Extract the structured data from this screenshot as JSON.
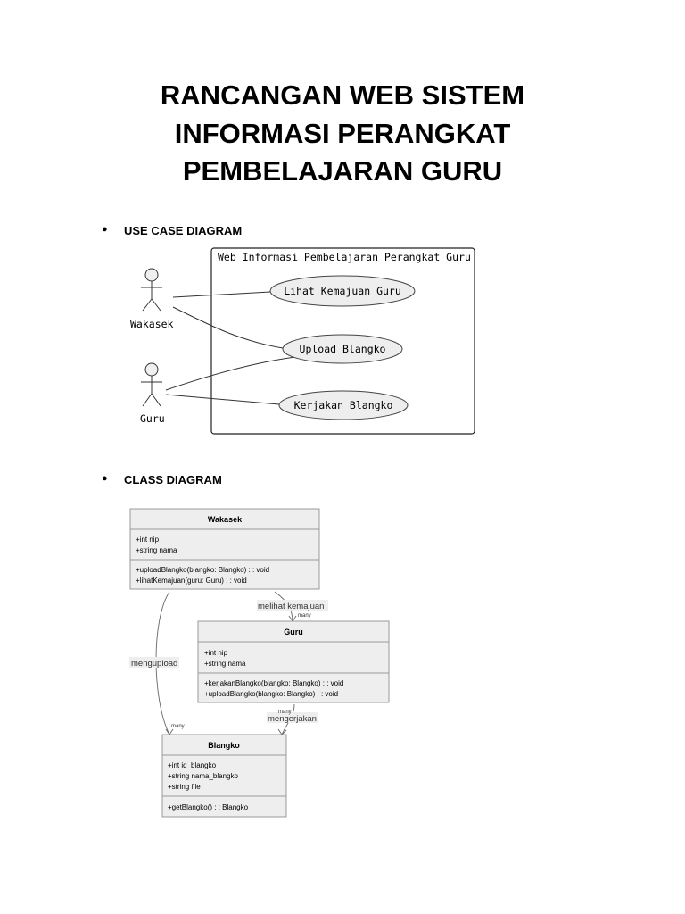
{
  "title": {
    "line1": "RANCANGAN WEB SISTEM",
    "line2": "INFORMASI PERANGKAT",
    "line3": "PEMBELAJARAN GURU"
  },
  "sections": {
    "use_case_heading": "USE CASE DIAGRAM",
    "class_heading": "CLASS DIAGRAM"
  },
  "use_case": {
    "system_name": "Web Informasi Pembelajaran Perangkat Guru",
    "actors": [
      "Wakasek",
      "Guru"
    ],
    "use_cases": [
      "Lihat Kemajuan Guru",
      "Upload Blangko",
      "Kerjakan Blangko"
    ]
  },
  "class_diagram": {
    "classes": {
      "wakasek": {
        "name": "Wakasek",
        "attributes": [
          "+int nip",
          "+string nama"
        ],
        "methods": [
          "+uploadBlangko(blangko: Blangko) : : void",
          "+lihatKemajuan(guru: Guru) : : void"
        ]
      },
      "guru": {
        "name": "Guru",
        "attributes": [
          "+int nip",
          "+string nama"
        ],
        "methods": [
          "+kerjakanBlangko(blangko: Blangko) : : void",
          "+uploadBlangko(blangko: Blangko) : : void"
        ]
      },
      "blangko": {
        "name": "Blangko",
        "attributes": [
          "+int id_blangko",
          "+string nama_blangko",
          "+string file"
        ],
        "methods": [
          "+getBlangko() : : Blangko"
        ]
      }
    },
    "relations": {
      "melihat": {
        "label": "melihat kemajuan",
        "multiplicity": "many"
      },
      "mengupload": {
        "label": "mengupload",
        "multiplicity": "many"
      },
      "mengerjakan": {
        "label": "mengerjakan",
        "multiplicity": "many"
      }
    }
  }
}
